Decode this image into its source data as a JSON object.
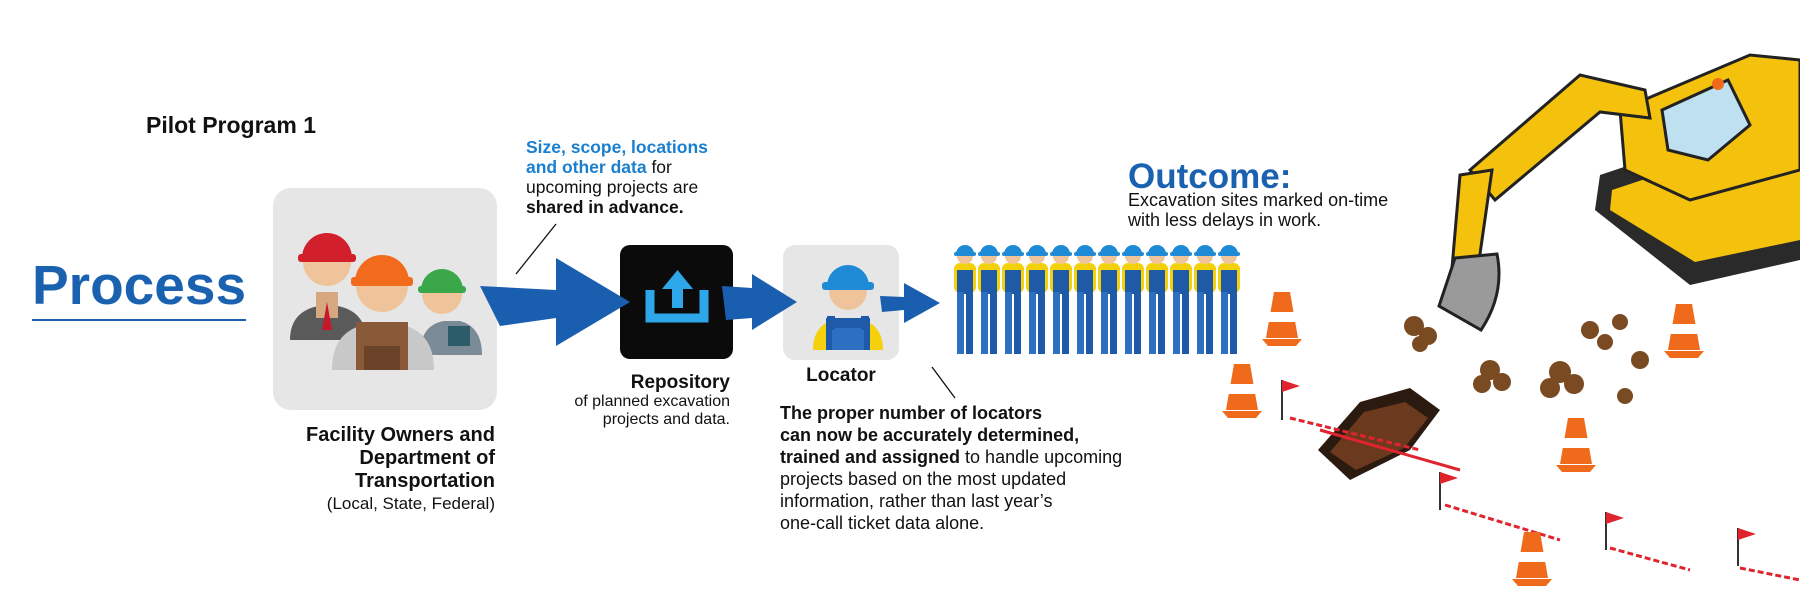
{
  "pilot_title": "Pilot Program 1",
  "process_label": "Process",
  "data_note": {
    "highlight_1": "Size, scope, locations",
    "highlight_2": "and other data",
    "plain_1": " for",
    "plain_2": "upcoming projects are",
    "bold_3": "shared in advance."
  },
  "owners": {
    "line_1": "Facility Owners and",
    "line_2": "Department of",
    "line_3": "Transportation",
    "sub": "(Local, State, Federal)"
  },
  "repository": {
    "title": "Repository",
    "sub_1": "of planned excavation",
    "sub_2": "projects and data."
  },
  "locator": {
    "title": "Locator"
  },
  "outcome": {
    "title": "Outcome:",
    "line_1": "Excavation sites marked on-time",
    "line_2": "with less delays in work."
  },
  "proper_note": {
    "bold_1": "The proper number of locators",
    "bold_2": "can now be accurately determined,",
    "bold_3": "trained and assigned",
    "plain_3": " to handle upcoming",
    "plain_4": "projects based on the most updated",
    "plain_5": "information, rather than last year’s",
    "plain_6": "one-call ticket data alone."
  },
  "colors": {
    "accent_blue": "#1a62b0",
    "highlight_blue": "#1a7fcf",
    "arrow_blue": "#1a5faf",
    "excavator_yellow": "#f4c20d",
    "cone_orange": "#f06a1c"
  }
}
